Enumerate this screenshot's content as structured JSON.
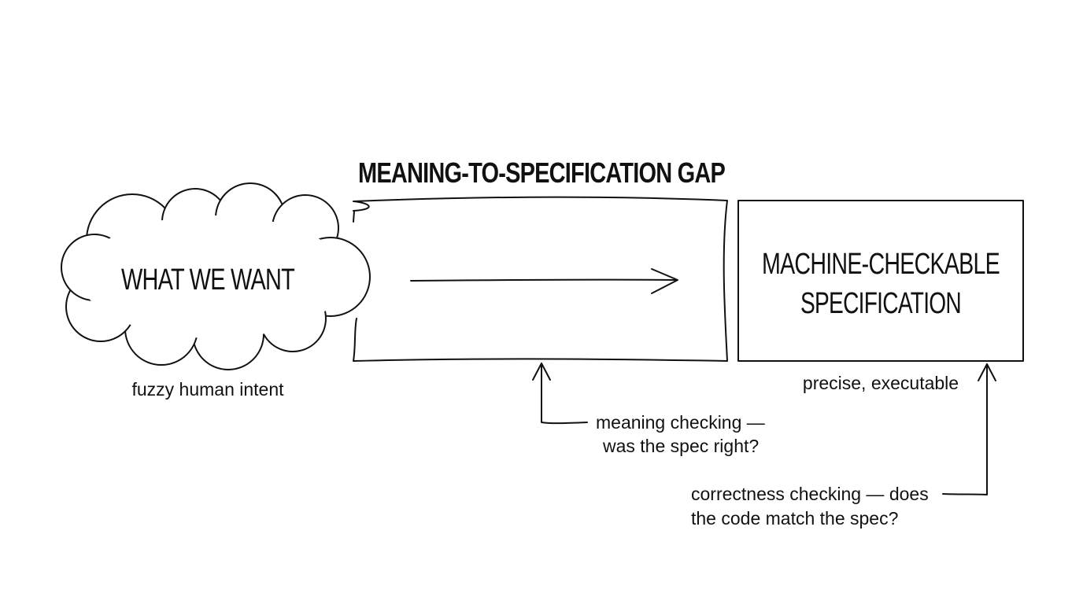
{
  "gap": {
    "title": "MEANING-TO-SPECIFICATION GAP"
  },
  "intent": {
    "label": "WHAT WE WANT",
    "caption": "fuzzy human intent"
  },
  "spec": {
    "line1": "MACHINE-CHECKABLE",
    "line2": "SPECIFICATION",
    "caption": "precise, executable"
  },
  "meaning_check": {
    "line1": "meaning checking —",
    "line2": "was the spec right?"
  },
  "correctness_check": {
    "line1": "correctness checking — does",
    "line2": "the code match the spec?"
  },
  "colors": {
    "ink": "#111111",
    "background": "#ffffff"
  }
}
